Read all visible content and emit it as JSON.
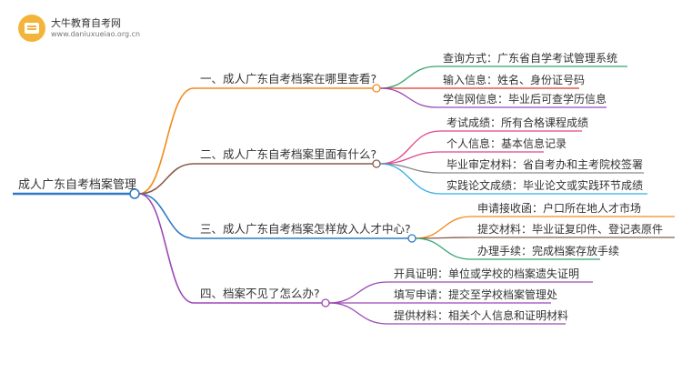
{
  "logo": {
    "name": "大牛教育自考网",
    "url": "www.daniuxueiao.org.cn"
  },
  "root": {
    "label": "成人广东自考档案管理",
    "color": "#2f78c4"
  },
  "branches": [
    {
      "label": "一、成人广东自考档案在哪里查看?",
      "color": "#f08c1e",
      "children": [
        {
          "label": "查询方式：广东省自学考试管理系统",
          "color": "#32a56e"
        },
        {
          "label": "输入信息：姓名、身份证号码",
          "color": "#d8392b"
        },
        {
          "label": "学信网信息：毕业后可查学历信息",
          "color": "#9c49b6"
        }
      ]
    },
    {
      "label": "二、成人广东自考档案里面有什么?",
      "color": "#8a5a4a",
      "children": [
        {
          "label": "考试成绩：所有合格课程成绩",
          "color": "#e2458f"
        },
        {
          "label": "个人信息：基本信息记录",
          "color": "#e2458f"
        },
        {
          "label": "毕业审定材料：省自考办和主考院校签署",
          "color": "#8a8a8a"
        },
        {
          "label": "实践论文成绩：毕业论文或实践环节成绩",
          "color": "#34aee8"
        }
      ]
    },
    {
      "label": "三、成人广东自考档案怎样放入人才中心?",
      "color": "#2f78c4",
      "children": [
        {
          "label": "申请接收函：户口所在地人才市场",
          "color": "#f08c1e"
        },
        {
          "label": "提交材料：毕业证复印件、登记表原件",
          "color": "#8a5a4a"
        },
        {
          "label": "办理手续：完成档案存放手续",
          "color": "#32a56e"
        }
      ]
    },
    {
      "label": "四、档案不见了怎么办?",
      "color": "#9c49b6",
      "children": [
        {
          "label": "开具证明：单位或学校的档案遗失证明",
          "color": "#9c49b6"
        },
        {
          "label": "填写申请：提交至学校档案管理处",
          "color": "#9c49b6"
        },
        {
          "label": "提供材料：相关个人信息和证明材料",
          "color": "#9c49b6"
        }
      ]
    }
  ]
}
